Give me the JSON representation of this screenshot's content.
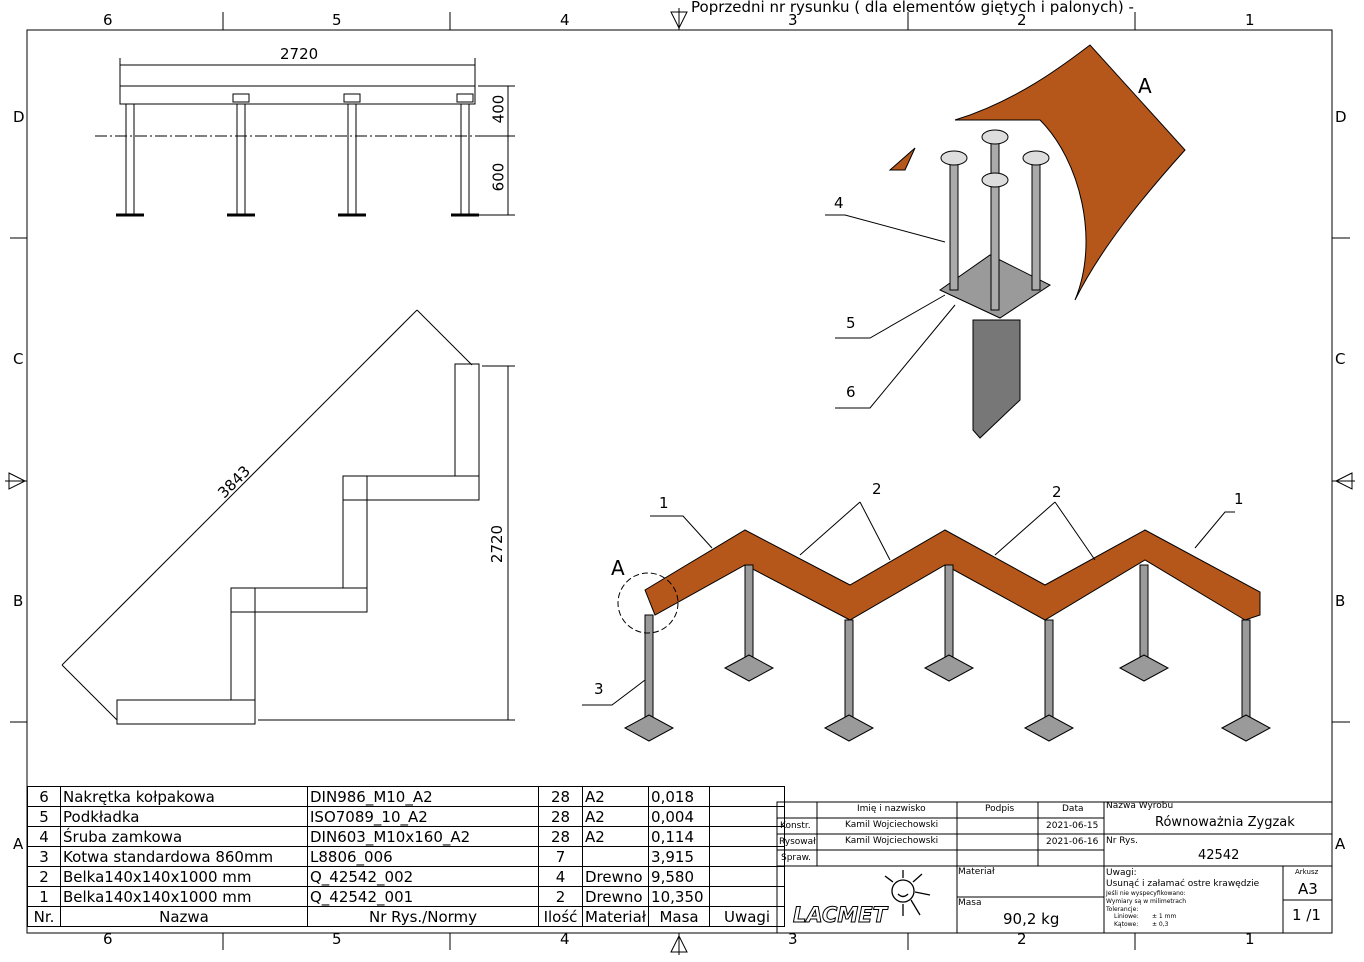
{
  "header_note": "Poprzedni nr rysunku ( dla elementów giętych i palonych) -",
  "zones": {
    "columns": [
      "6",
      "5",
      "4",
      "3",
      "2",
      "1"
    ],
    "rows": [
      "D",
      "C",
      "B",
      "A"
    ]
  },
  "dimensions": {
    "top_width": "2720",
    "top_height_upper": "400",
    "top_height_lower": "600",
    "plan_diagonal": "3843",
    "plan_height": "2720"
  },
  "callouts": {
    "detail": "A",
    "iso_detail": "A",
    "items": [
      "1",
      "2",
      "2",
      "1",
      "3",
      "4",
      "5",
      "6"
    ]
  },
  "parts_list": {
    "headers": [
      "Nr.",
      "Nazwa",
      "Nr Rys./Normy",
      "Ilość",
      "Materiał",
      "Masa",
      "Uwagi"
    ],
    "rows": [
      [
        "6",
        "Nakrętka kołpakowa",
        "DIN986_M10_A2",
        "28",
        "A2",
        "0,018",
        ""
      ],
      [
        "5",
        "Podkładka",
        "ISO7089_10_A2",
        "28",
        "A2",
        "0,004",
        ""
      ],
      [
        "4",
        "Śruba zamkowa",
        "DIN603_M10x160_A2",
        "28",
        "A2",
        "0,114",
        ""
      ],
      [
        "3",
        "Kotwa standardowa 860mm",
        "L8806_006",
        "7",
        "",
        "3,915",
        ""
      ],
      [
        "2",
        "Belka140x140x1000 mm",
        "Q_42542_002",
        "4",
        "Drewno",
        "9,580",
        ""
      ],
      [
        "1",
        "Belka140x140x1000 mm",
        "Q_42542_001",
        "2",
        "Drewno",
        "10,350",
        ""
      ]
    ]
  },
  "title_block": {
    "col_name": "Imię i nazwisko",
    "col_sign": "Podpis",
    "col_date": "Data",
    "konstr_label": "Konstr.",
    "konstr_name": "Kamil Wojciechowski",
    "konstr_date": "2021-06-15",
    "rys_label": "Rysował",
    "rys_name": "Kamil Wojciechowski",
    "rys_date": "2021-06-16",
    "spraw_label": "Spraw.",
    "product_label": "Nazwa Wyrobu",
    "product": "Równoważnia Zygzak",
    "drawing_no_label": "Nr Rys.",
    "drawing_no": "42542",
    "material_label": "Materiał",
    "mass_label": "Masa",
    "mass": "90,2 kg",
    "notes_label": "Uwagi:",
    "note1": "Usunąć i załamać ostre krawędzie",
    "note2": "Jeśli nie wyspecyfikowano:",
    "note3": "Wymiary są w milimetrach",
    "note4": "Tolerancje:",
    "tol_lin_label": "Liniowe:",
    "tol_lin": "± 1 mm",
    "tol_ang_label": "Kątowe:",
    "tol_ang": "± 0,3",
    "sheet_label": "Arkusz",
    "sheet_size": "A3",
    "sheet_no": "1 /1",
    "logo": "LACMET"
  },
  "colors": {
    "wood": "#b5561a",
    "steel": "#8a8a8a"
  }
}
